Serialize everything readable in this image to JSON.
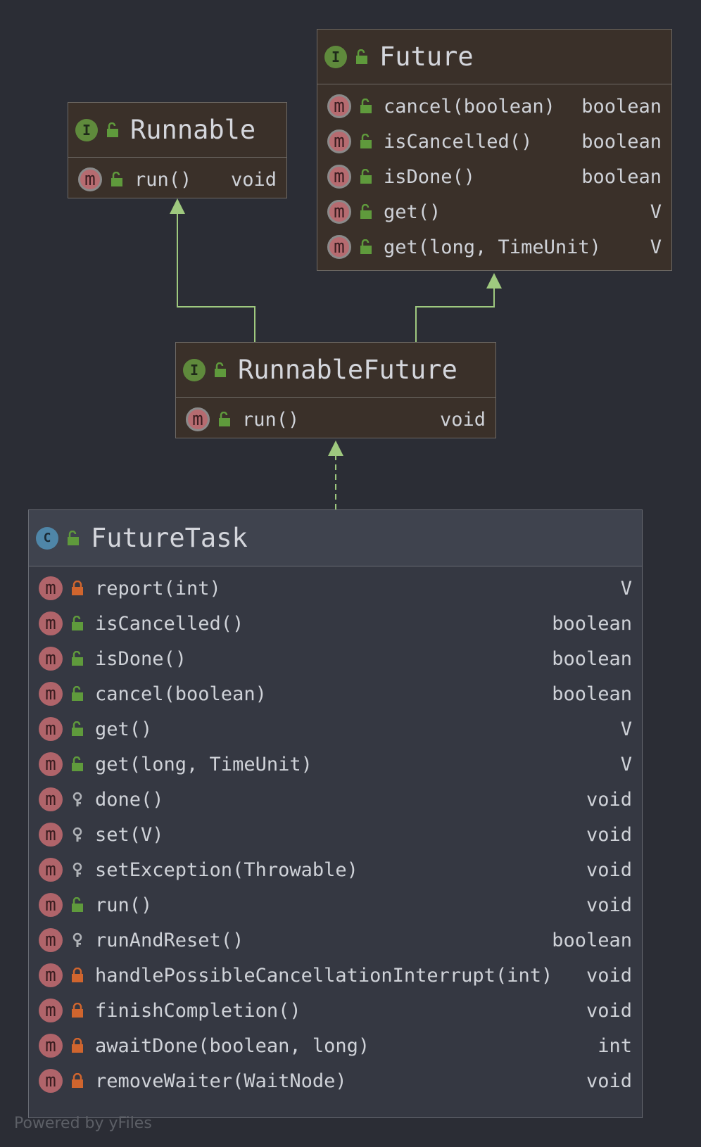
{
  "nodes": {
    "runnable": {
      "name": "Runnable",
      "badge": "I",
      "methods": [
        {
          "name": "run()",
          "type": "void"
        }
      ]
    },
    "future": {
      "name": "Future",
      "badge": "I",
      "methods": [
        {
          "name": "cancel(boolean)",
          "type": "boolean"
        },
        {
          "name": "isCancelled()",
          "type": "boolean"
        },
        {
          "name": "isDone()",
          "type": "boolean"
        },
        {
          "name": "get()",
          "type": "V"
        },
        {
          "name": "get(long, TimeUnit)",
          "type": "V"
        }
      ]
    },
    "runnablefuture": {
      "name": "RunnableFuture",
      "badge": "I",
      "methods": [
        {
          "name": "run()",
          "type": "void"
        }
      ]
    },
    "futuretask": {
      "name": "FutureTask",
      "badge": "C",
      "methods": [
        {
          "name": "report(int)",
          "type": "V",
          "vis": "private"
        },
        {
          "name": "isCancelled()",
          "type": "boolean",
          "vis": "public"
        },
        {
          "name": "isDone()",
          "type": "boolean",
          "vis": "public"
        },
        {
          "name": "cancel(boolean)",
          "type": "boolean",
          "vis": "public"
        },
        {
          "name": "get()",
          "type": "V",
          "vis": "public"
        },
        {
          "name": "get(long, TimeUnit)",
          "type": "V",
          "vis": "public"
        },
        {
          "name": "done()",
          "type": "void",
          "vis": "protected"
        },
        {
          "name": "set(V)",
          "type": "void",
          "vis": "protected"
        },
        {
          "name": "setException(Throwable)",
          "type": "void",
          "vis": "protected"
        },
        {
          "name": "run()",
          "type": "void",
          "vis": "public"
        },
        {
          "name": "runAndReset()",
          "type": "boolean",
          "vis": "protected"
        },
        {
          "name": "handlePossibleCancellationInterrupt(int)",
          "type": "void",
          "vis": "private"
        },
        {
          "name": "finishCompletion()",
          "type": "void",
          "vis": "private"
        },
        {
          "name": "awaitDone(boolean, long)",
          "type": "int",
          "vis": "private"
        },
        {
          "name": "removeWaiter(WaitNode)",
          "type": "void",
          "vis": "private"
        }
      ]
    }
  },
  "method_badge": "m",
  "footer": "Powered by yFiles",
  "colors": {
    "background": "#2b2d35",
    "interface_fill": "#3a3029",
    "class_fill": "#353842",
    "edge": "#9fc97f",
    "public_icon": "#5f9a3c",
    "private_icon": "#d0652e",
    "protected_icon": "#b0b3b8"
  }
}
